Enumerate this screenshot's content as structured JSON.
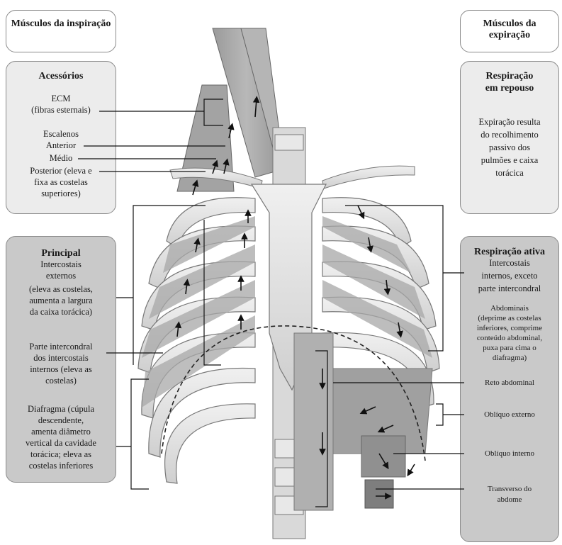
{
  "insp_title": "Músculos da inspiração",
  "exp_title": "Músculos da expiração",
  "accessories": {
    "heading": "Acessórios",
    "ecm": "ECM",
    "ecm_sub": "(fibras esternais)",
    "scalenes": "Escalenos",
    "anterior": "Anterior",
    "medio": "Médio",
    "posterior": "Posterior (eleva e",
    "posterior2": "fixa as costelas",
    "posterior3": "superiores)"
  },
  "principal": {
    "heading": "Principal",
    "line1": "Intercostais",
    "line2": "externos",
    "line3": "(eleva as costelas,",
    "line4": "aumenta a largura",
    "line5": "da caixa torácica)",
    "inter1": "Parte intercondral",
    "inter2": "dos intercostais",
    "inter3": "internos (eleva as",
    "inter4": "costelas)",
    "dia1": "Diafragma (cúpula",
    "dia2": "descendente,",
    "dia3": "amenta diâmetro",
    "dia4": "vertical da cavidade",
    "dia5": "torácica; eleva as",
    "dia6": "costelas inferiores"
  },
  "rest": {
    "heading1": "Respiração",
    "heading2": "em repouso",
    "text1": "Expiração resulta",
    "text2": "do recolhimento",
    "text3": "passivo dos",
    "text4": "pulmões e caixa",
    "text5": "torácica"
  },
  "active": {
    "heading": "Respiração ativa",
    "line1": "Intercostais",
    "line2": "internos, exceto",
    "line3": "parte intercondral",
    "abd1": "Abdominais",
    "abd2": "(deprime as costelas",
    "abd3": "inferiores, comprime",
    "abd4": "conteúdo abdominal,",
    "abd5": "puxa para cima o",
    "abd6": "diafragma)",
    "reto": "Reto abdominal",
    "obl_ext": "Oblíquo externo",
    "obl_int": "Oblíquo interno",
    "transv1": "Transverso do",
    "transv2": "abdome"
  },
  "colors": {
    "box_border": "#8a8a8a",
    "light": "#ececec",
    "dark": "#c9c9c9",
    "bone": "#e4e4e4",
    "muscle": "#a9a9a9"
  }
}
